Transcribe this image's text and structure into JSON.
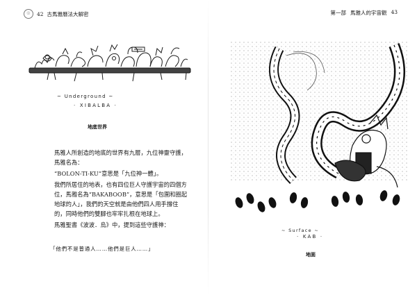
{
  "left_page": {
    "header": {
      "page_number": "42",
      "book_title": "古馬雅曆法大解密"
    },
    "illustration_captions": {
      "line1": "~ Underground ~",
      "line2": "· XIBALBA ·"
    },
    "figure_caption": "地底世界",
    "paragraphs": [
      "馬雅人所創造的地底的世界有九層，九位神靈守護，馬雅名為：",
      "“BOLON-TI-KU”意思是「九位神一體」。",
      "我們所居住的地表，也有四位巨人守護宇宙的四個方位，馬雅名為“BAKABOOB”，意思是「包圍和圈起地球的人」，我們的天空就是由他們四人用手撐住的，同時他們的雙腳也牢牢扎根在地球上。",
      "馬雅聖書《波波．烏》中，提到這些守護神："
    ],
    "quote": "「他們不是普通人……他們是巨人……」"
  },
  "right_page": {
    "header": {
      "chapter": "第一部",
      "section_title": "馬雅人的宇宙觀",
      "page_number": "43"
    },
    "illustration_captions": {
      "line1": "~ Surface ~",
      "line2": "· KAB ·"
    },
    "figure_caption": "地面"
  }
}
